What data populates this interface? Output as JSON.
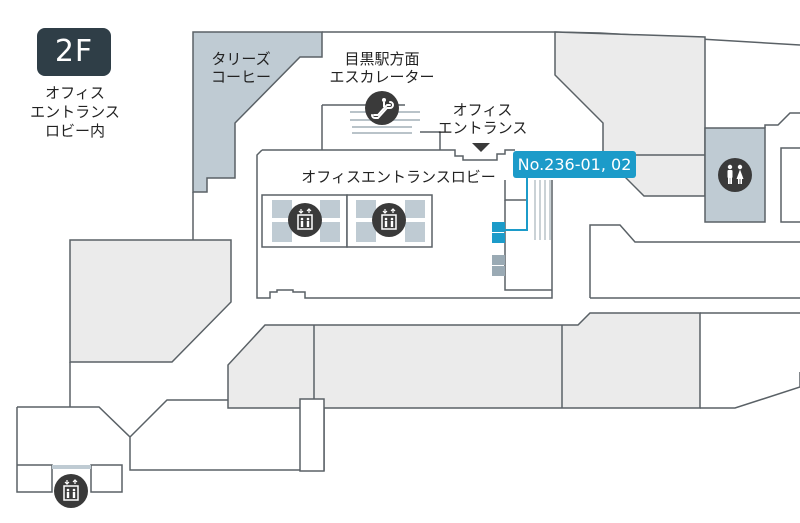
{
  "floor": {
    "badge": "2F",
    "caption_lines": [
      "オフィス",
      "エントランス",
      "ロビー内"
    ]
  },
  "labels": {
    "tullys": [
      "タリーズ",
      "コーヒー"
    ],
    "escalator": [
      "目黒駅方面",
      "エスカレーター"
    ],
    "office_entrance": [
      "オフィス",
      "エントランス"
    ],
    "lobby": "オフィスエントランスロビー"
  },
  "highlight": {
    "tag": "No.236-01, 02",
    "color": "#1c9bc9"
  },
  "icons": {
    "escalator": "escalator-icon",
    "elevator": "elevator-icon",
    "restroom": "restroom-icon",
    "entrance_arrow": "entrance-arrow-icon"
  },
  "colors": {
    "badge": "#2f3e47",
    "tenant_fill": "#ebebeb",
    "facility_fill": "#bfcbd3",
    "wall": "#5a6166",
    "icon_bg": "#3a3a3a"
  }
}
